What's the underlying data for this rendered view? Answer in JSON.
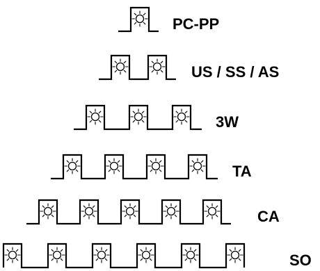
{
  "rows": [
    {
      "label": "PC-PP",
      "pulses": 1
    },
    {
      "label": "US / SS / AS",
      "pulses": 2
    },
    {
      "label": "3W",
      "pulses": 3
    },
    {
      "label": "TA",
      "pulses": 4
    },
    {
      "label": "CA",
      "pulses": 5
    },
    {
      "label": "SO",
      "pulses": 6
    }
  ],
  "icon": "light-bulb-icon",
  "line_color": "#000000",
  "background_color": "#ffffff"
}
